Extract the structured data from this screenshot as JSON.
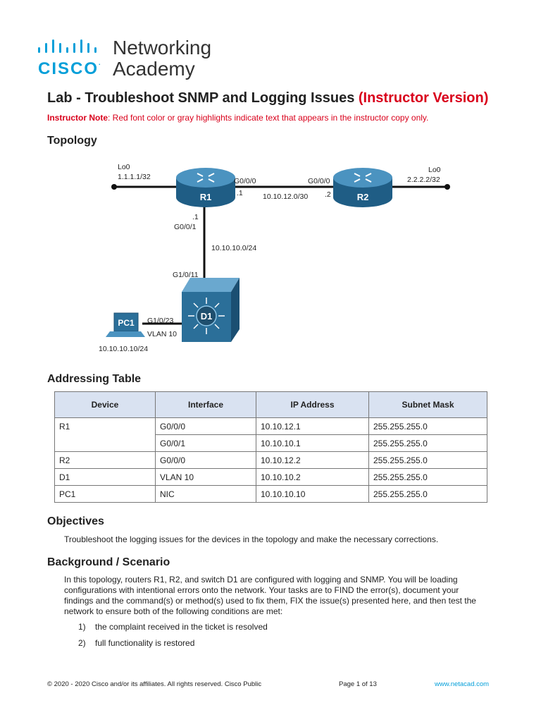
{
  "logo": {
    "cisco": "CISCO",
    "tm": ".",
    "line1": "Networking",
    "line2": "Academy"
  },
  "title": {
    "main": "Lab - Troubleshoot SNMP and Logging Issues ",
    "version": "(Instructor Version)"
  },
  "instructor_note": {
    "label": "Instructor Note",
    "text": ": Red font color or gray highlights indicate text that appears in the instructor copy only."
  },
  "topology": {
    "heading": "Topology",
    "r1": {
      "name": "R1",
      "lo_label": "Lo0",
      "lo_addr": "1.1.1.1/32",
      "g000": "G0/0/0",
      "g000_host": ".1",
      "g001_host": ".1",
      "g001": "G0/0/1"
    },
    "r2": {
      "name": "R2",
      "lo_label": "Lo0",
      "lo_addr": "2.2.2.2/32",
      "g000": "G0/0/0",
      "g000_host": ".2"
    },
    "link_r1_r2": "10.10.12.0/30",
    "link_r1_d1": "10.10.10.0/24",
    "d1": {
      "name": "D1",
      "g1011": "G1/0/11",
      "g1023": "G1/0/23",
      "vlan": "VLAN 10"
    },
    "pc1": {
      "name": "PC1",
      "addr": "10.10.10.10/24"
    }
  },
  "addressing": {
    "heading": "Addressing Table",
    "headers": [
      "Device",
      "Interface",
      "IP Address",
      "Subnet Mask"
    ],
    "rows": [
      [
        "R1",
        "G0/0/0",
        "10.10.12.1",
        "255.255.255.0"
      ],
      [
        "",
        "G0/0/1",
        "10.10.10.1",
        "255.255.255.0"
      ],
      [
        "R2",
        "G0/0/0",
        "10.10.12.2",
        "255.255.255.0"
      ],
      [
        "D1",
        "VLAN 10",
        "10.10.10.2",
        "255.255.255.0"
      ],
      [
        "PC1",
        "NIC",
        "10.10.10.10",
        "255.255.255.0"
      ]
    ]
  },
  "objectives": {
    "heading": "Objectives",
    "text": "Troubleshoot the logging issues for the devices in the topology and make the necessary corrections."
  },
  "background": {
    "heading": "Background / Scenario",
    "text": "In this topology, routers R1, R2, and switch D1 are configured with logging and SNMP. You will be loading configurations with intentional errors onto the network. Your tasks are to FIND the error(s), document your findings and the command(s) or method(s) used to fix them, FIX the issue(s) presented here, and then test the network to ensure both of the following conditions are met:",
    "items": [
      {
        "num": "1)",
        "text": "the complaint received in the ticket is resolved"
      },
      {
        "num": "2)",
        "text": "full functionality is restored"
      }
    ]
  },
  "footer": {
    "copyright": "© 2020 - 2020 Cisco and/or its affiliates. All rights reserved. Cisco Public",
    "page": "Page 1 of 13",
    "url": "www.netacad.com"
  },
  "colors": {
    "cisco_blue": "#049fd9",
    "instructor_red": "#d9001b",
    "table_header": "#d9e2f1",
    "device_blue": "#2b6f99"
  }
}
